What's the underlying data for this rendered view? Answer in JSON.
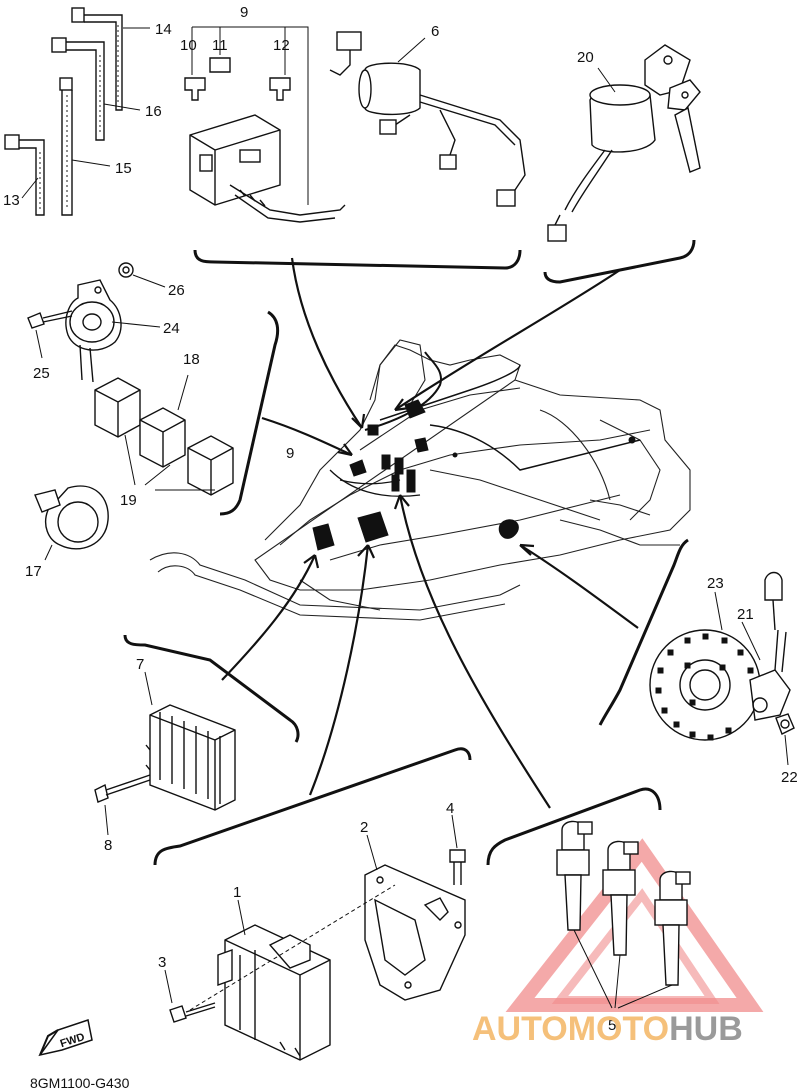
{
  "diagram": {
    "part_numbers": {
      "p1": "1",
      "p2": "2",
      "p3": "3",
      "p4": "4",
      "p5": "5",
      "p6": "6",
      "p7": "7",
      "p8": "8",
      "p9": "9",
      "p9b": "9",
      "p10": "10",
      "p11": "11",
      "p12": "12",
      "p13": "13",
      "p14": "14",
      "p15": "15",
      "p16": "16",
      "p17": "17",
      "p18": "18",
      "p19": "19",
      "p20": "20",
      "p21": "21",
      "p22": "22",
      "p23": "23",
      "p24": "24",
      "p25": "25",
      "p26": "26"
    },
    "drawing_code": "8GM1100-G430",
    "fwd_label": "FWD"
  },
  "watermark": {
    "part1": "AUTO",
    "part2": "MOTO",
    "part3": "HUB",
    "colors": {
      "auto": "#f5c07a",
      "moto": "#f5c07a",
      "hub": "#9a9a9a",
      "triangle": "#f08c8c"
    }
  }
}
